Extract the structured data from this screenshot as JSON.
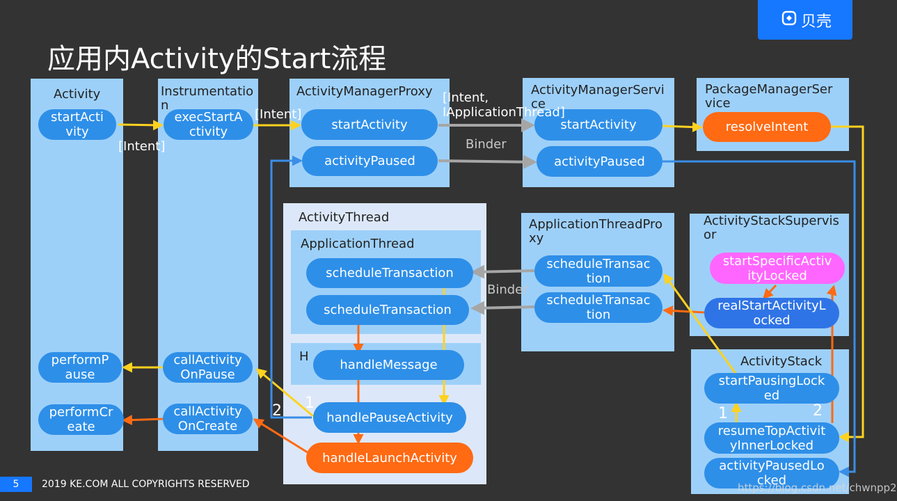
{
  "title": "应用内Activity的Start流程",
  "logo": {
    "text": "贝壳",
    "icon": "beike-logo-icon"
  },
  "panels": {
    "activity": "Activity",
    "instrumentation": "Instrumentatio\nn",
    "amp": "ActivityManagerProxy",
    "ams": "ActivityManagerServi\nce",
    "pms": "PackageManagerSer\nvice",
    "activity_thread": "ActivityThread",
    "application_thread": "ApplicationThread",
    "h": "H",
    "atp": "ApplicationThreadPro\nxy",
    "ass": "ActivityStackSupervis\nor",
    "activity_stack": "ActivityStack"
  },
  "nodes": {
    "startActivity_a": "startActi\nvity",
    "execStartActivity": "execStartA\nctivity",
    "amp_startActivity": "startActivity",
    "amp_activityPaused": "activityPaused",
    "ams_startActivity": "startActivity",
    "ams_activityPaused": "activityPaused",
    "resolveIntent": "resolveIntent",
    "at_scheduleTransaction1": "scheduleTransaction",
    "at_scheduleTransaction2": "scheduleTransaction",
    "handleMessage": "handleMessage",
    "handlePauseActivity": "handlePauseActivity",
    "handleLaunchActivity": "handleLaunchActivity",
    "atp_scheduleTransaction1": "scheduleTransac\ntion",
    "atp_scheduleTransaction2": "scheduleTransac\ntion",
    "startSpecificActivityLocked": "startSpecificActiv\nityLocked",
    "realStartActivityLocked": "realStartActivityL\nocked",
    "startPausingLocked": "startPausingLock\ned",
    "resumeTopActivityInnerLocked": "resumeTopActivit\nyInnerLocked",
    "activityPausedLocked": "activityPausedLo\ncked",
    "performPause": "performP\nause",
    "performCreate": "performCr\neate",
    "callActivityOnPause": "callActivity\nOnPause",
    "callActivityOnCreate": "callActivity\nOnCreate"
  },
  "edge_labels": {
    "intent1": "[Intent]",
    "intent2": "[Intent]",
    "intent_app_thread": "[Intent,\nIApplicationThread]",
    "binder1": "Binder",
    "binder2": "Binder",
    "n1_left": "1",
    "n2_left": "2",
    "n1_right": "1",
    "n2_right": "2"
  },
  "colors": {
    "background": "#333333",
    "panel": "#9dd0f9",
    "panel_light": "#dce8f9",
    "node_blue": "#2e8fe8",
    "node_orange": "#ff6a13",
    "node_magenta": "#ff66ff",
    "arrow_yellow": "#ffd21f",
    "arrow_orange": "#ff6a13",
    "arrow_blue": "#3a8ee6",
    "arrow_grey": "#a6a6a6",
    "brand": "#1677ff"
  },
  "footer": {
    "page_number": "5",
    "copyright": "2019 KE.COM ALL COPYRIGHTS RESERVED",
    "watermark": "https://blog.csdn.net/chwnpp2"
  }
}
